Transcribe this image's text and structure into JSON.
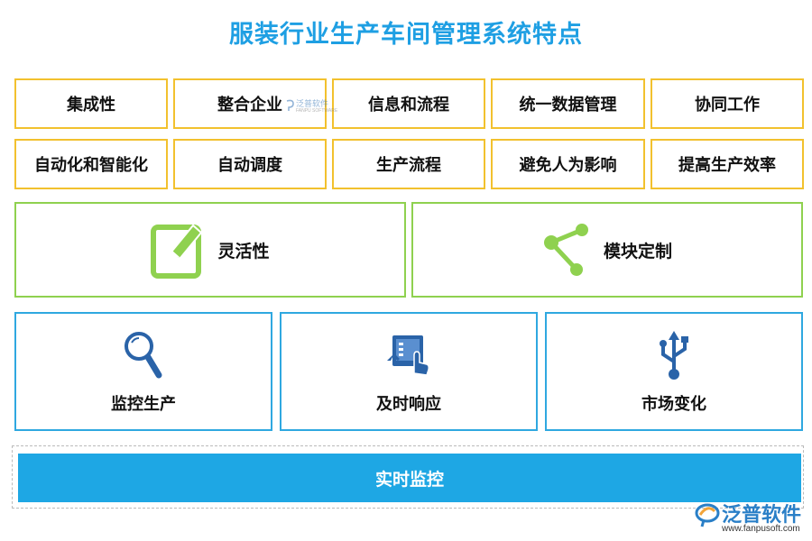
{
  "title": "服装行业生产车间管理系统特点",
  "features_row1": [
    "集成性",
    "整合企业",
    "信息和流程",
    "统一数据管理",
    "协同工作"
  ],
  "features_row2": [
    "自动化和智能化",
    "自动调度",
    "生产流程",
    "避免人为影响",
    "提高生产效率"
  ],
  "highlights": [
    {
      "label": "灵活性",
      "icon": "edit-icon"
    },
    {
      "label": "模块定制",
      "icon": "share-icon"
    }
  ],
  "capabilities": [
    {
      "label": "监控生产",
      "icon": "search-icon"
    },
    {
      "label": "及时响应",
      "icon": "touch-icon"
    },
    {
      "label": "市场变化",
      "icon": "usb-icon"
    }
  ],
  "bottom_bar": "实时监控",
  "watermark": {
    "name": "泛普软件",
    "sub": "FANPU SOFTWARE"
  },
  "logo": {
    "name": "泛普软件",
    "url": "www.fanpusoft.com"
  },
  "colors": {
    "title": "#1e9fe3",
    "yellow_border": "#f2c12e",
    "green": "#8fd14f",
    "blue_border": "#2fa8e0",
    "bar": "#1ea7e4",
    "icon_blue": "#2a63a8"
  }
}
